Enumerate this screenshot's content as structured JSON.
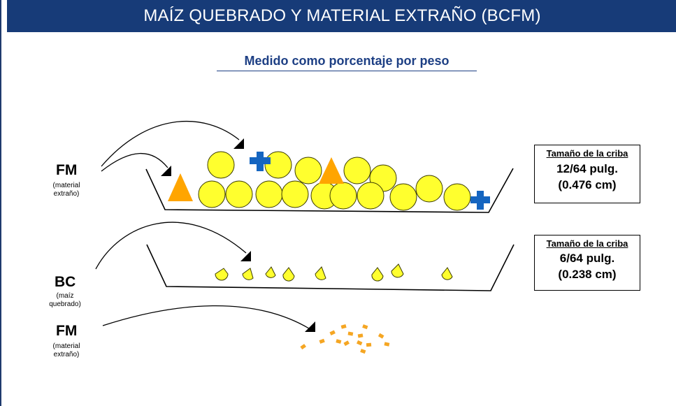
{
  "title": "MAÍZ QUEBRADO Y MATERIAL EXTRAÑO (BCFM)",
  "subtitle": "Medido como porcentaje por peso",
  "labels": {
    "fm_top": {
      "main": "FM",
      "sub_line1": "(material",
      "sub_line2": "extraño)"
    },
    "bc": {
      "main": "BC",
      "sub_line1": "(maíz",
      "sub_line2": "quebrado)"
    },
    "fm_bottom": {
      "main": "FM",
      "sub_line1": "(material",
      "sub_line2": "extraño)"
    }
  },
  "sieves": [
    {
      "heading": "Tamaño de la criba",
      "size": "12/64 pulg.",
      "metric": "(0.476 cm)"
    },
    {
      "heading": "Tamaño de la criba",
      "size": "6/64 pulg.",
      "metric": "(0.238 cm)"
    }
  ],
  "colors": {
    "header_bg": "#173b78",
    "subtitle": "#1d3f84",
    "kernel": "#ffff2e",
    "triangle": "#ffa500",
    "cross": "#1565c0",
    "fine": "#f5a623"
  },
  "icons": [
    "arrow-curve",
    "yellow-kernel",
    "orange-triangle",
    "blue-cross",
    "broken-kernel",
    "fine-particle"
  ]
}
